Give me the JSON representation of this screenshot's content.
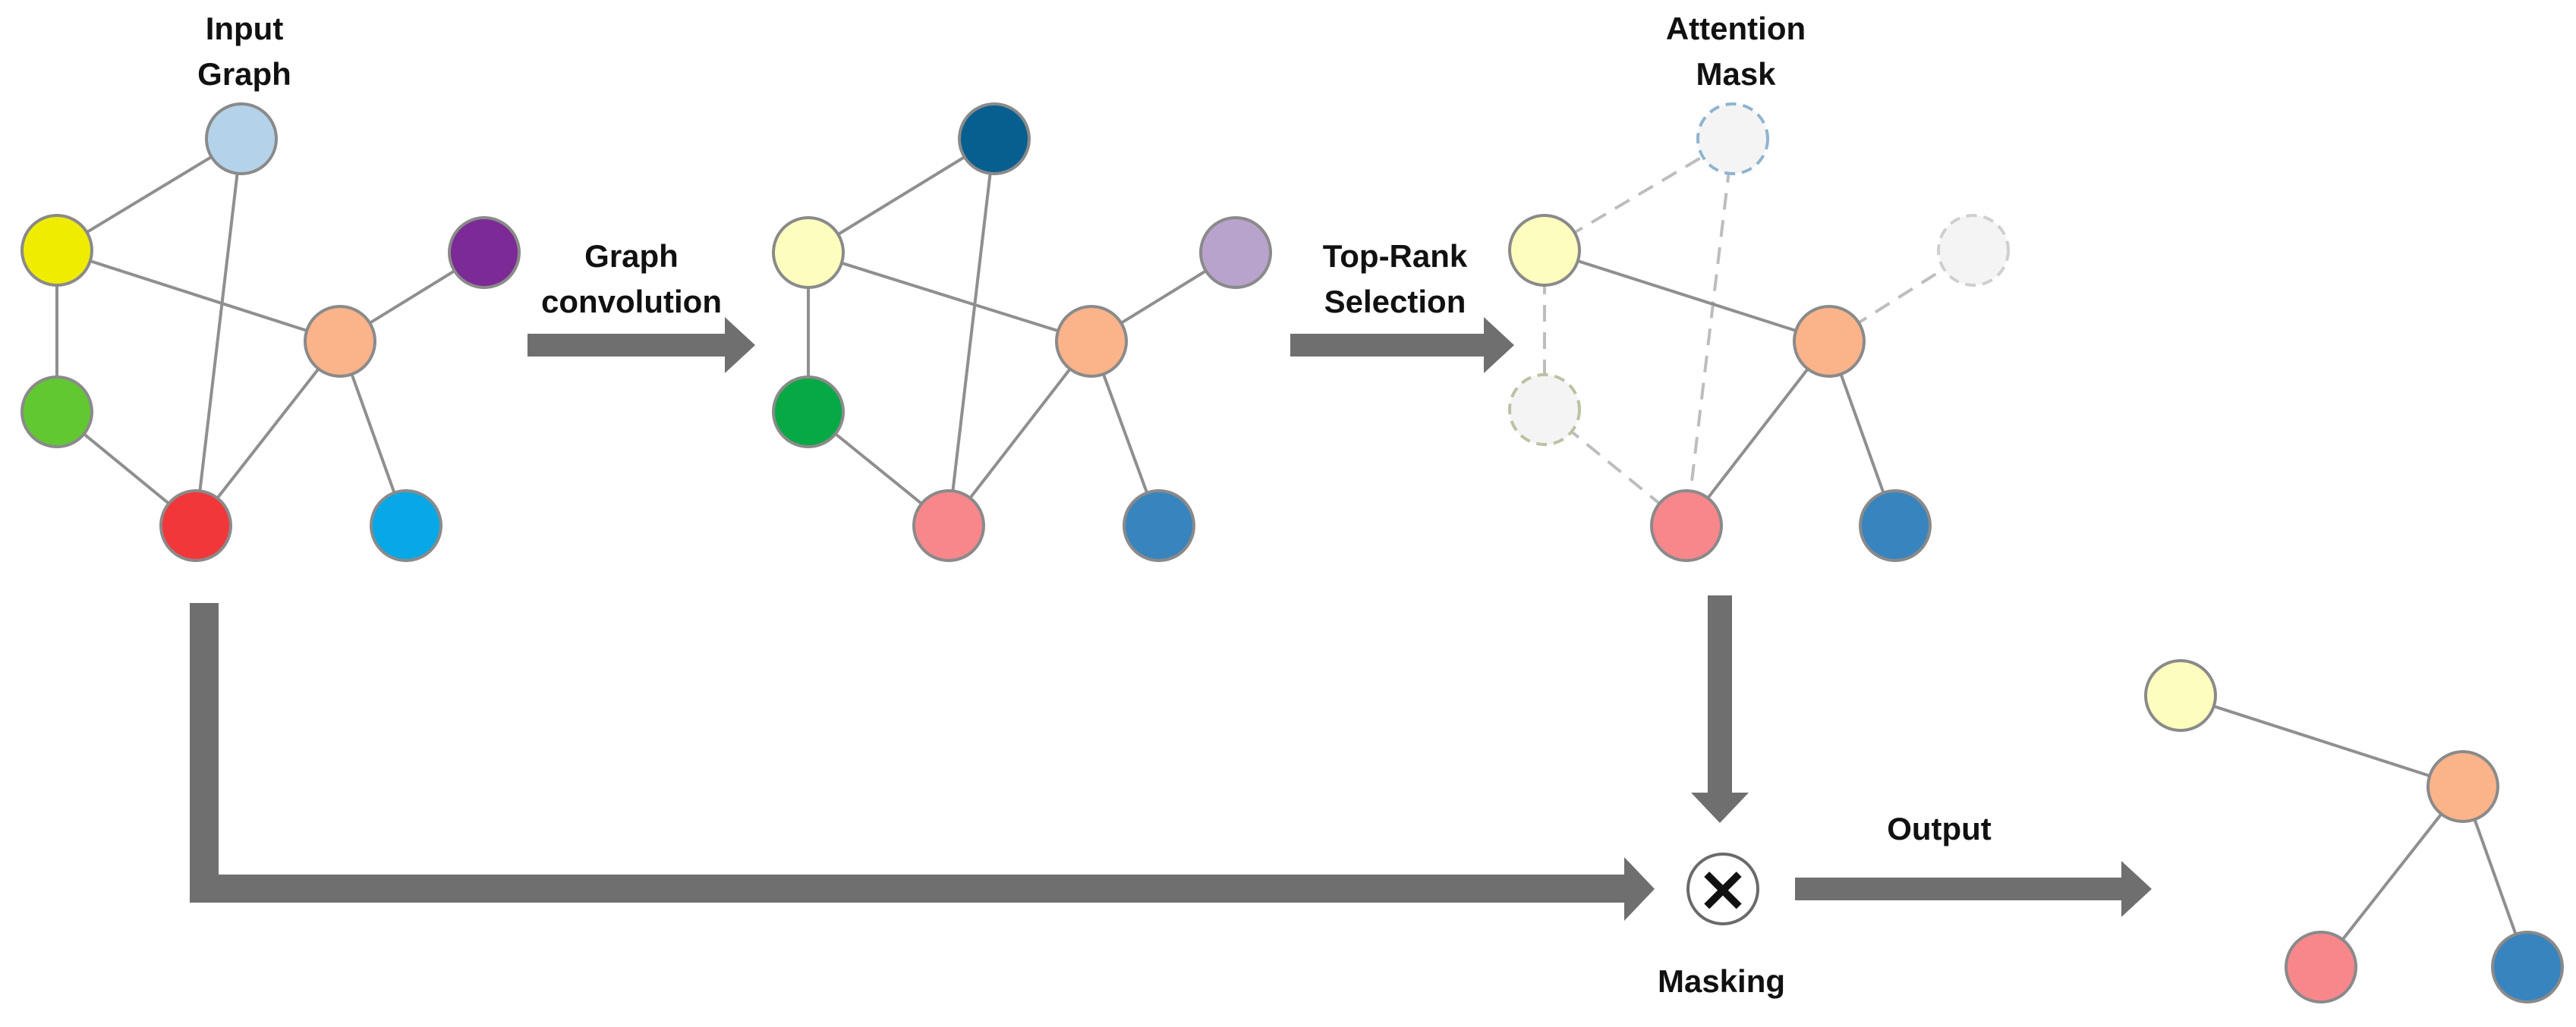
{
  "labels": {
    "input_graph_line1": "Input",
    "input_graph_line2": "Graph",
    "graph_conv_line1": "Graph",
    "graph_conv_line2": "convolution",
    "toprank_line1": "Top-Rank",
    "toprank_line2": "Selection",
    "attention_line1": "Attention",
    "attention_line2": "Mask",
    "output": "Output",
    "masking": "Masking"
  },
  "colors": {
    "input": {
      "top": "#b4d3ea",
      "yellow": "#f0ec00",
      "purple": "#7b2a96",
      "orange": "#fbb38a",
      "green": "#62c832",
      "red": "#f2373a",
      "blue": "#06a8e6"
    },
    "conv": {
      "top": "#075f8f",
      "yellow": "#fdfdbd",
      "purple": "#b7a3cc",
      "orange": "#fbb38a",
      "green": "#06a944",
      "red": "#f8878c",
      "blue": "#3884bf"
    },
    "arrow": "#6f6f6f",
    "edge": "#8f8f8f",
    "ghost_fill": "#f4f4f4"
  },
  "operator_symbol": "×"
}
